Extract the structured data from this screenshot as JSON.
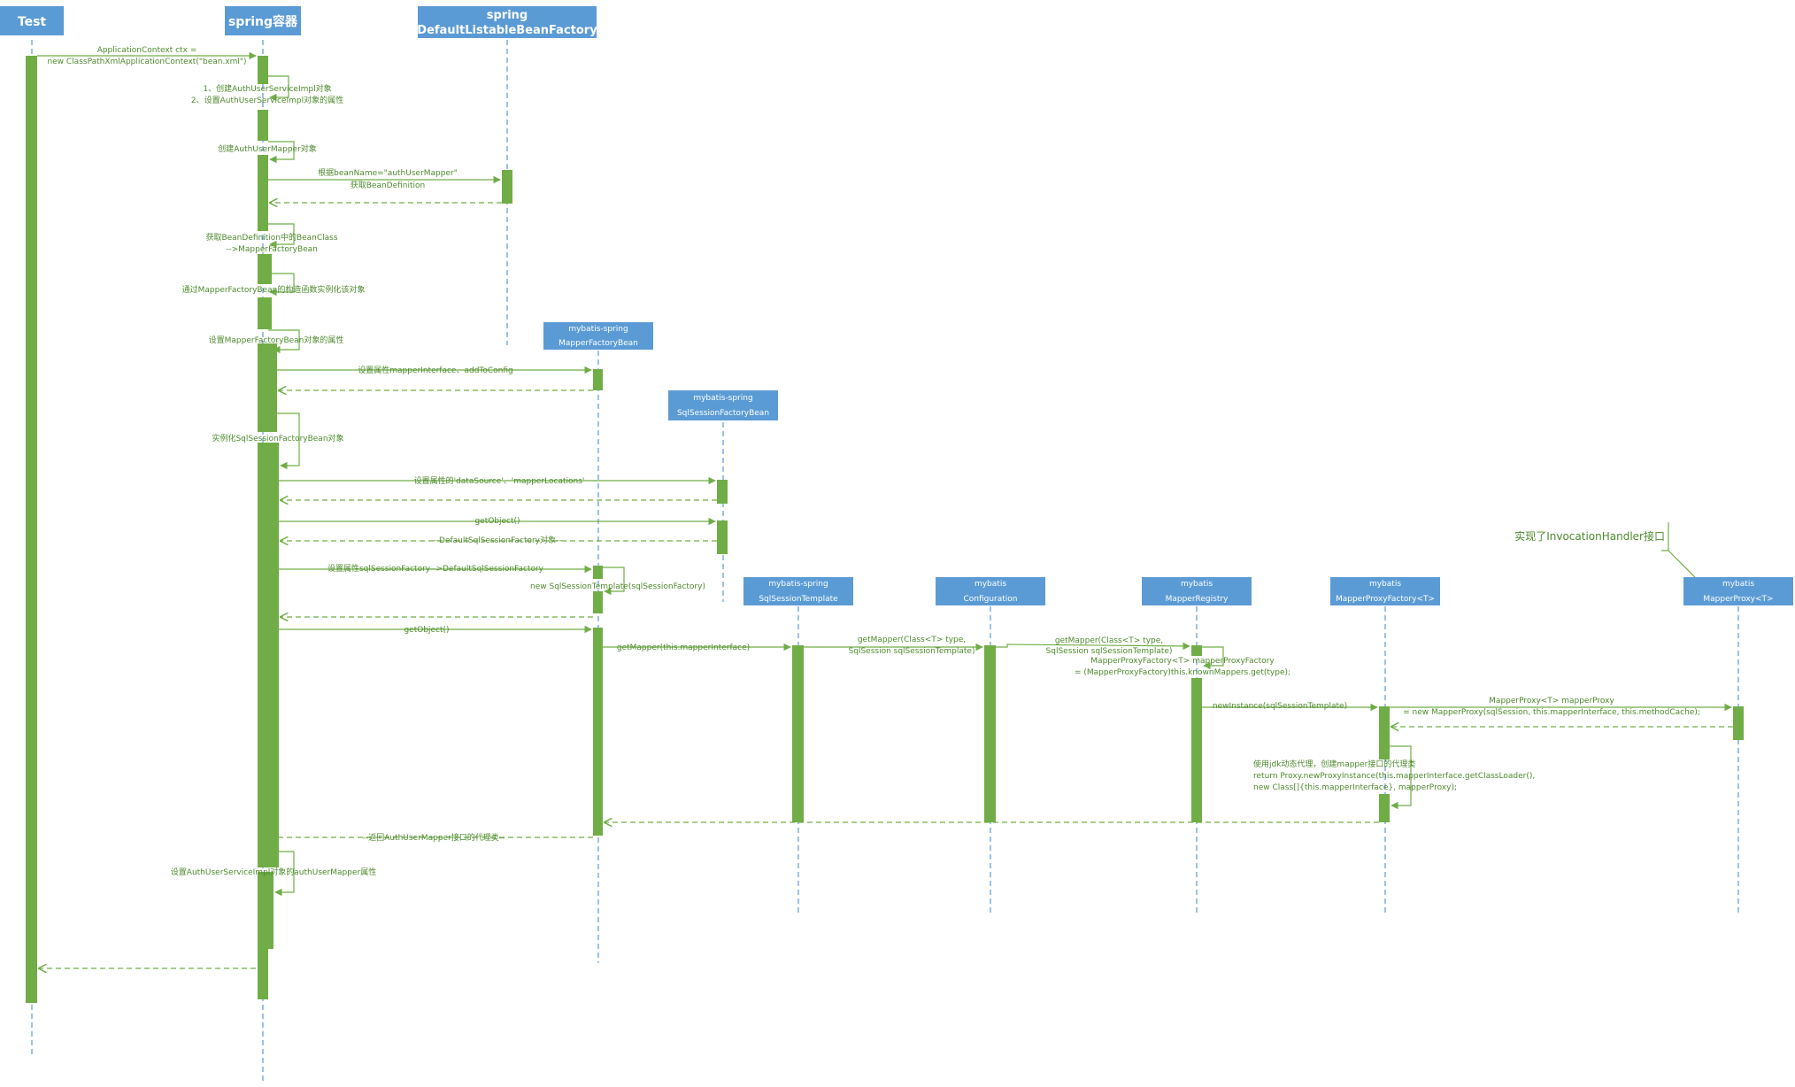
{
  "participants": [
    {
      "id": "test",
      "lines": [
        "Test"
      ]
    },
    {
      "id": "spring",
      "lines": [
        "spring容器"
      ]
    },
    {
      "id": "factory",
      "lines": [
        "spring",
        "DefaultListableBeanFactory"
      ]
    },
    {
      "id": "mfb",
      "lines": [
        "mybatis-spring",
        "MapperFactoryBean"
      ]
    },
    {
      "id": "ssfb",
      "lines": [
        "mybatis-spring",
        "SqlSessionFactoryBean"
      ]
    },
    {
      "id": "sst",
      "lines": [
        "mybatis-spring",
        "SqlSessionTemplate"
      ]
    },
    {
      "id": "conf",
      "lines": [
        "mybatis",
        "Configuration"
      ]
    },
    {
      "id": "reg",
      "lines": [
        "mybatis",
        "MapperRegistry"
      ]
    },
    {
      "id": "mpf",
      "lines": [
        "mybatis",
        "MapperProxyFactory<T>"
      ]
    },
    {
      "id": "mp",
      "lines": [
        "mybatis",
        "MapperProxy<T>"
      ]
    }
  ],
  "messages": [
    {
      "lines": [
        "ApplicationContext ctx =",
        "new ClassPathXmlApplicationContext(\"bean.xml\")"
      ]
    },
    {
      "lines": [
        "1、创建AuthUserServiceImpl对象",
        "2、设置AuthUserServiceImpl对象的属性"
      ]
    },
    {
      "lines": [
        "创建AuthUserMapper对象"
      ]
    },
    {
      "lines": [
        "根据beanName=\"authUserMapper\"",
        "获取BeanDefinition"
      ]
    },
    {
      "lines": [
        "获取BeanDefinition中的BeanClass",
        "-->MapperFactoryBean"
      ]
    },
    {
      "lines": [
        "通过MapperFactoryBean的构造函数实例化该对象"
      ]
    },
    {
      "lines": [
        "设置MapperFactoryBean对象的属性"
      ]
    },
    {
      "lines": [
        "设置属性mapperInterface、addToConfig"
      ]
    },
    {
      "lines": [
        "实例化SqlSessionFactoryBean对象"
      ]
    },
    {
      "lines": [
        "设置属性的'dataSource'、'mapperLocations'"
      ]
    },
    {
      "lines": [
        "getObject()"
      ]
    },
    {
      "lines": [
        "--DefaultSqlSessionFactory对象--"
      ]
    },
    {
      "lines": [
        "设置属性sqlSessionFactory-->DefaultSqlSessionFactory"
      ]
    },
    {
      "lines": [
        "new SqlSessionTemplate(sqlSessionFactory)"
      ]
    },
    {
      "lines": [
        "getObject()"
      ]
    },
    {
      "lines": [
        "getMapper(this.mapperInterface)"
      ]
    },
    {
      "lines": [
        "getMapper(Class<T> type,",
        "SqlSession sqlSessionTemplate)"
      ]
    },
    {
      "lines": [
        "getMapper(Class<T> type,",
        "SqlSession sqlSessionTemplate)"
      ]
    },
    {
      "lines": [
        "MapperProxyFactory<T> mapperProxyFactory",
        "= (MapperProxyFactory)this.knownMappers.get(type);"
      ]
    },
    {
      "lines": [
        "newInstance(sqlSessionTemplate)"
      ]
    },
    {
      "lines": [
        "MapperProxy<T> mapperProxy",
        "= new MapperProxy(sqlSession, this.mapperInterface, this.methodCache);"
      ]
    },
    {
      "lines": [
        "使用jdk动态代理，创建mapper接口的代理类",
        "return Proxy.newProxyInstance(this.mapperInterface.getClassLoader(),",
        " new Class[]{this.mapperInterface}, mapperProxy);"
      ]
    },
    {
      "lines": [
        "--返回AuthUserMapper接口的代理类--"
      ]
    },
    {
      "lines": [
        "设置AuthUserServiceImpl对象的authUserMapper属性"
      ]
    }
  ],
  "note": {
    "text": "实现了InvocationHandler接口"
  },
  "colors": {
    "header_fill": "#5b9bd5",
    "header_text": "#ffffff",
    "lifeline": "#5b9bd5",
    "activation": "#70ad47",
    "message": "#70ad47",
    "label": "#4e8a2e"
  }
}
